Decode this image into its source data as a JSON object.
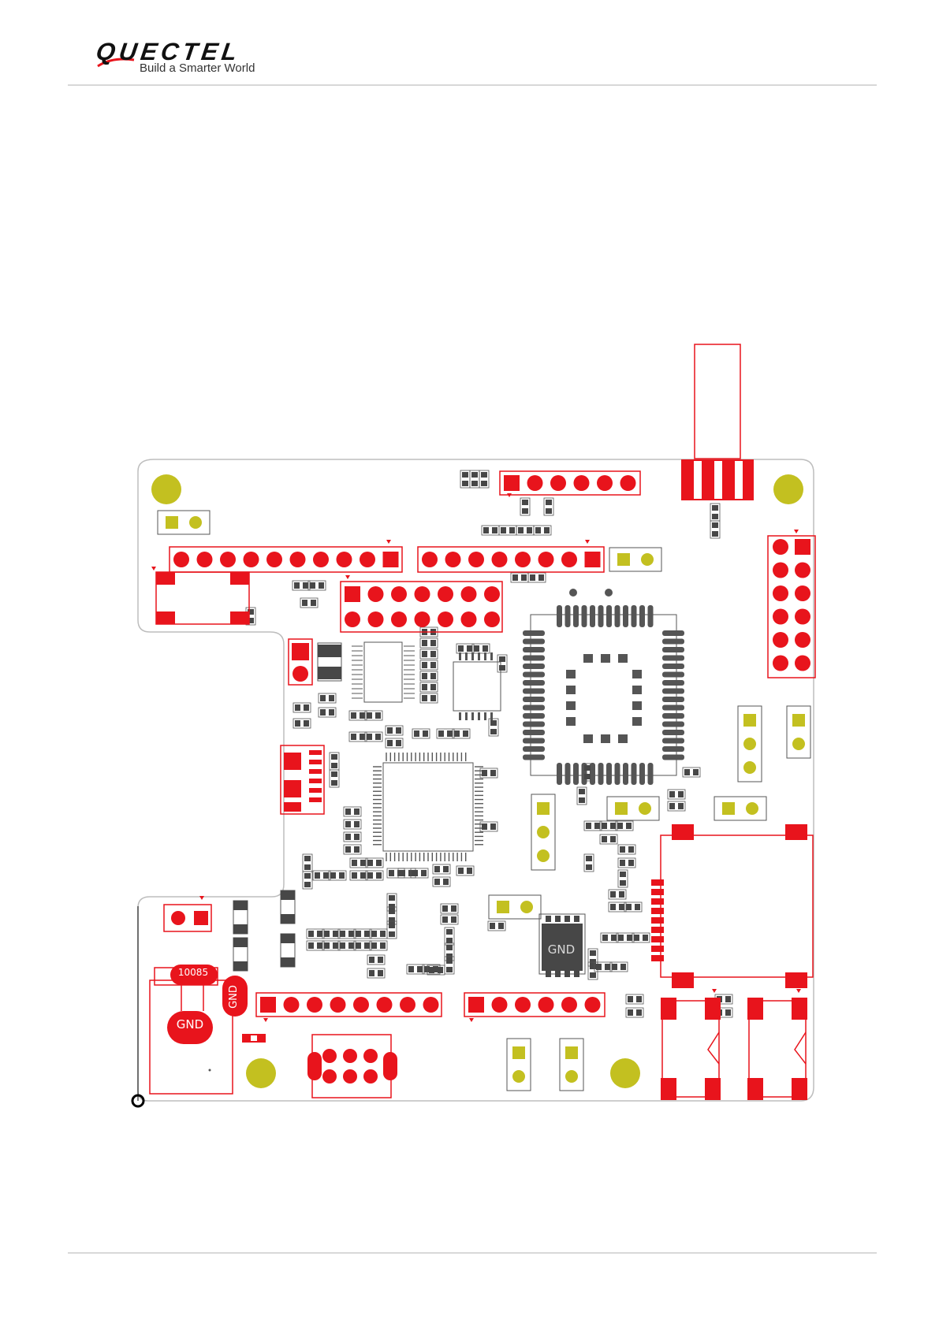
{
  "header": {
    "logo_text": "QUECTEL",
    "tagline": "Build a Smarter World"
  },
  "board": {
    "labels": {
      "gnd_1": "GND",
      "gnd_2": "GND",
      "gnd_3": "GND",
      "part_mark": "10085"
    }
  },
  "colors": {
    "copper": "#e8141c",
    "outline": "#e8141c",
    "hole": "#c3c020",
    "hole_ring": "#efef9a",
    "silk": "#555555",
    "board_edge": "#bdbdbd",
    "pad_light": "#cfcfcf",
    "pad_dark": "#474747",
    "chip_gray": "#777777"
  }
}
